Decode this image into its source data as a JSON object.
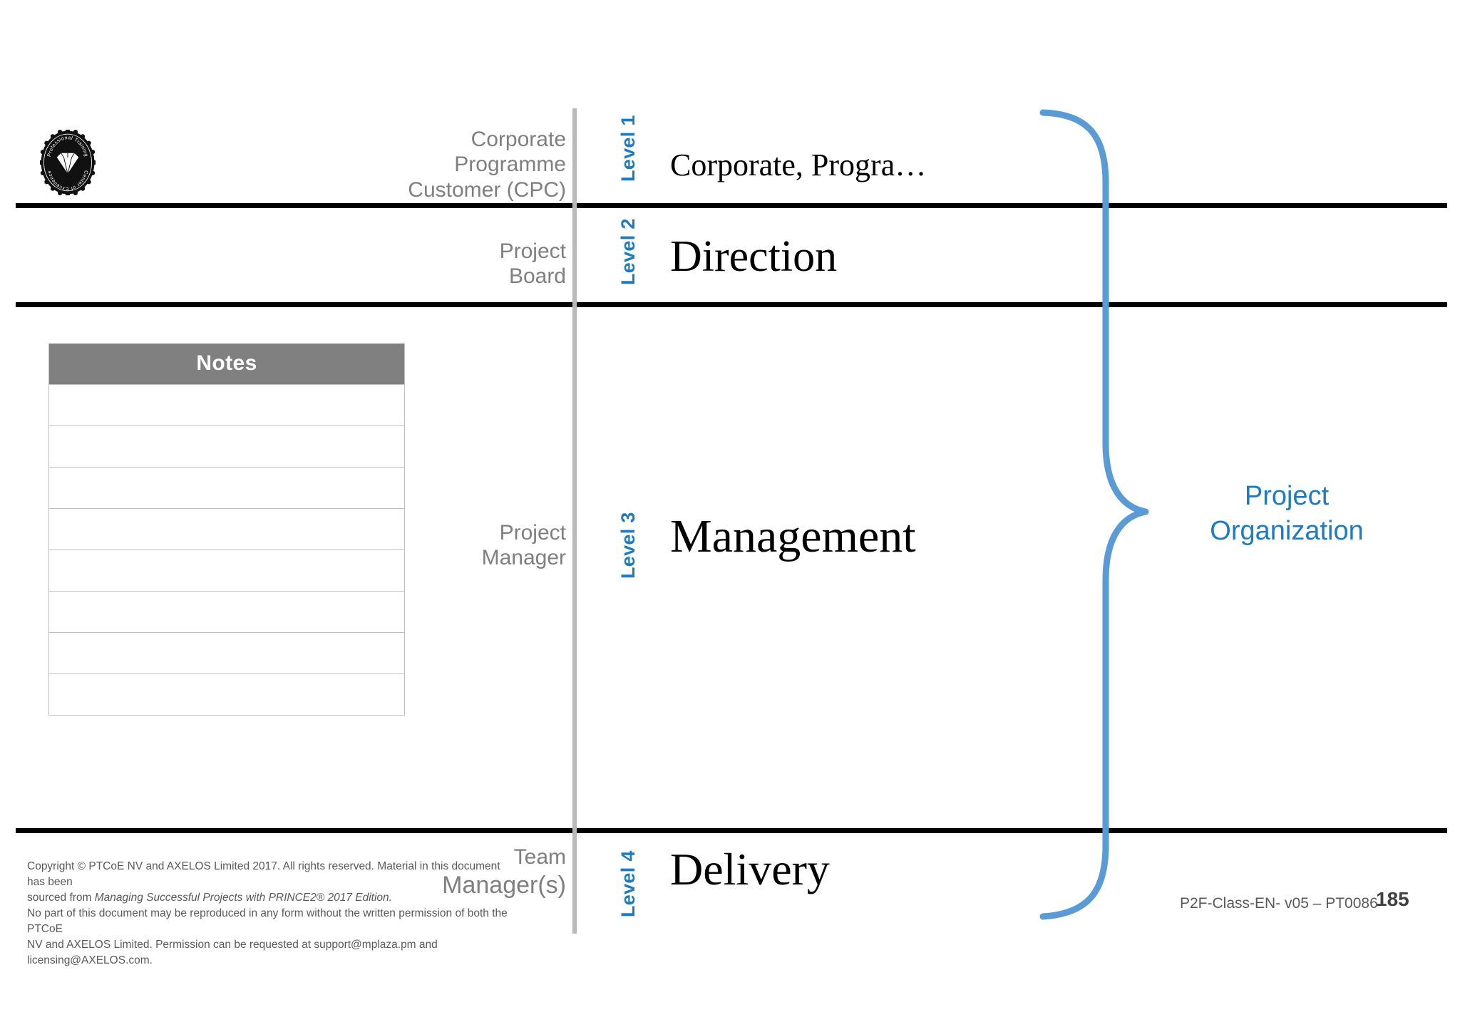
{
  "slide": {
    "logo": {
      "icon": "diamond-badge-icon",
      "top_text": "Professional Training",
      "bottom_text": "Center of Excellence"
    },
    "rows": [
      {
        "role": "Corporate\nProgramme\nCustomer (CPC)",
        "role_line1": "Corporate",
        "role_line2": "Programme",
        "role_line3": "Customer (CPC)",
        "level_label": "Level 1",
        "title": "Corporate, Progra…"
      },
      {
        "role_line1": "Project",
        "role_line2": "Board",
        "role_line3": "",
        "level_label": "Level 2",
        "title": "Direction"
      },
      {
        "role_line1": "Project",
        "role_line2": "Manager",
        "role_line3": "",
        "level_label": "Level 3",
        "title": "Management"
      },
      {
        "role_line1": "Team",
        "role_line2": "Manager(s)",
        "role_line3": "",
        "level_label": "Level 4",
        "title": "Delivery"
      }
    ],
    "brace": {
      "label_line1": "Project",
      "label_line2": "Organization",
      "color": "#5b9bd5"
    },
    "notes": {
      "header": "Notes",
      "row_count": 8,
      "header_bg": "#808080",
      "border_color": "#bfbfbf"
    },
    "copyright": {
      "line1": "Copyright © PTCoE NV and AXELOS Limited 2017. All rights reserved. Material in this document has been",
      "line2_prefix": "sourced from ",
      "line2_italic": "Managing Successful Projects with PRINCE2® 2017 Edition.",
      "line3": "No part of this document may be reproduced in any form without the written permission of both the PTCoE",
      "line4": "NV and AXELOS Limited. Permission can be requested at support@mplaza.pm and licensing@AXELOS.com."
    },
    "footer": {
      "document_id": "P2F-Class-EN- v05 – PT0086",
      "page_number": "185"
    },
    "colors": {
      "level_blue": "#1f7bc1",
      "brace_blue": "#5b9bd5",
      "role_gray": "#7f7f7f",
      "rule_black": "#000000",
      "notes_header_gray": "#808080"
    }
  }
}
